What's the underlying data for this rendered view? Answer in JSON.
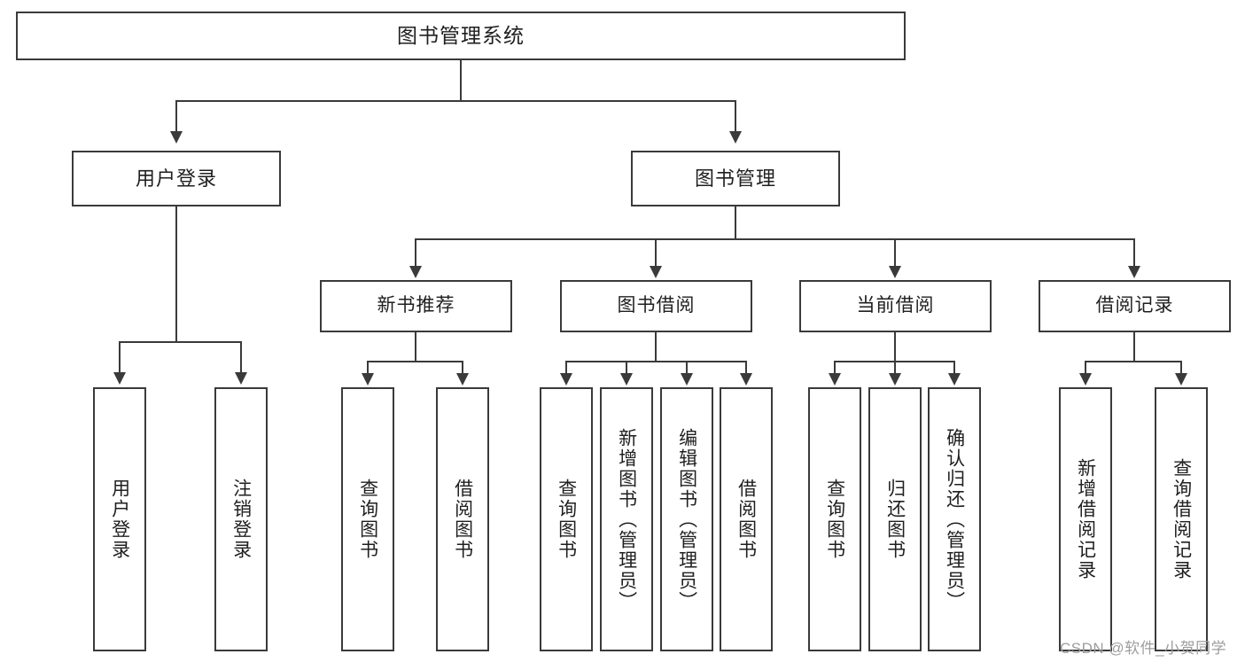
{
  "diagram": {
    "type": "tree-hierarchy-chart",
    "title": "图书管理系统",
    "watermark": "CSDN @软件_小贺同学",
    "colors": {
      "stroke": "#3a3a3a",
      "fill": "#ffffff",
      "text": "#1f1f1f",
      "watermark": "#9d9d9d"
    },
    "root": {
      "label": "图书管理系统"
    },
    "level2": [
      {
        "label": "用户登录"
      },
      {
        "label": "图书管理"
      }
    ],
    "level3": [
      {
        "label": "新书推荐"
      },
      {
        "label": "图书借阅"
      },
      {
        "label": "当前借阅"
      },
      {
        "label": "借阅记录"
      }
    ],
    "leaves": {
      "user_login": [
        {
          "label": "用户登录"
        },
        {
          "label": "注销登录"
        }
      ],
      "new_book": [
        {
          "label": "查询图书"
        },
        {
          "label": "借阅图书"
        }
      ],
      "book_borrow": [
        {
          "label": "查询图书"
        },
        {
          "label": "新增图书（管理员）"
        },
        {
          "label": "编辑图书（管理员）"
        },
        {
          "label": "借阅图书"
        }
      ],
      "current_borrow": [
        {
          "label": "查询图书"
        },
        {
          "label": "归还图书"
        },
        {
          "label": "确认归还（管理员）"
        }
      ],
      "borrow_record": [
        {
          "label": "新增借阅记录"
        },
        {
          "label": "查询借阅记录"
        }
      ]
    }
  }
}
